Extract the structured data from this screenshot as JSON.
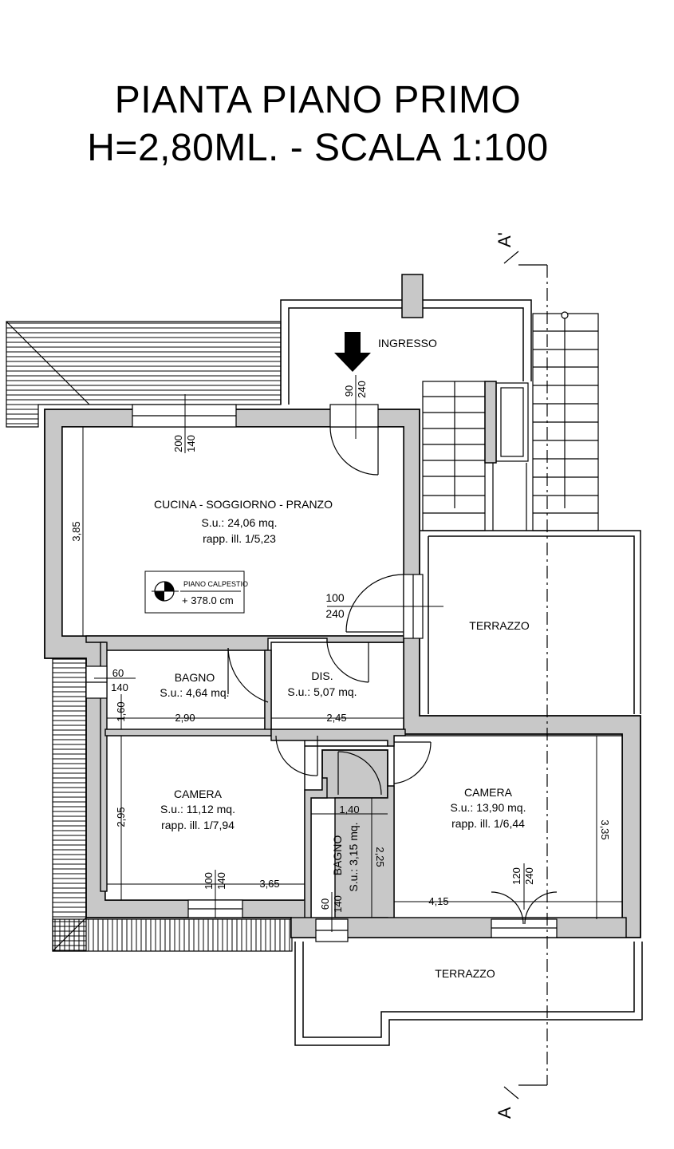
{
  "title": {
    "line1": "PIANTA PIANO PRIMO",
    "line2": "H=2,80ML.  -  SCALA 1:100"
  },
  "section_marks": {
    "top": "A'",
    "bottom": "A"
  },
  "rooms": {
    "ingresso": {
      "name": "INGRESSO"
    },
    "cucina": {
      "name": "CUCINA - SOGGIORNO - PRANZO",
      "area": "S.u.: 24,06 mq.",
      "ratio": "rapp. ill. 1/5,23"
    },
    "bagno1": {
      "name": "BAGNO",
      "area": "S.u.: 4,64 mq."
    },
    "dis": {
      "name": "DIS.",
      "area": "S.u.: 5,07 mq."
    },
    "camera1": {
      "name": "CAMERA",
      "area": "S.u.: 11,12 mq.",
      "ratio": "rapp. ill. 1/7,94"
    },
    "bagno2": {
      "name": "BAGNO",
      "area": "S.u.: 3,15 mq."
    },
    "camera2": {
      "name": "CAMERA",
      "area": "S.u.: 13,90 mq.",
      "ratio": "rapp. ill. 1/6,44"
    },
    "terrazzo1": {
      "name": "TERRAZZO"
    },
    "terrazzo2": {
      "name": "TERRAZZO"
    }
  },
  "level_marker": {
    "label": "PIANO CALPESTIO",
    "value": "+ 378.0 cm"
  },
  "dimensions": {
    "entry_door_w": "90",
    "entry_door_h": "240",
    "window_top_w": "200",
    "window_top_h": "140",
    "kitchen_height": "3,85",
    "kitchen_door_w": "100",
    "kitchen_door_h": "240",
    "bath_window_w": "60",
    "bath_window_h": "140",
    "bath_depth": "1,60",
    "bath_width": "2,90",
    "dis_width": "2,45",
    "camera1_depth": "2,95",
    "camera1_width": "3,65",
    "camera1_win_w": "100",
    "camera1_win_h": "140",
    "bath2_width": "1,40",
    "bath2_depth": "2,25",
    "bath2_win_w": "60",
    "bath2_win_h": "140",
    "camera2_door_w": "120",
    "camera2_door_h": "240",
    "camera2_width": "4,15",
    "camera2_depth": "3,35"
  }
}
